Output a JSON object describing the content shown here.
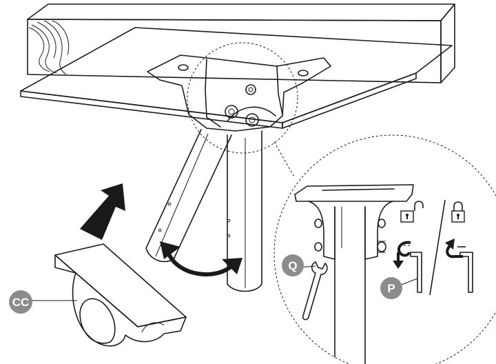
{
  "callouts": {
    "cc": {
      "label": "CC"
    },
    "q": {
      "label": "Q"
    },
    "p": {
      "label": "P"
    }
  },
  "icons": {
    "unlock": "unlocked-padlock-icon",
    "lock": "locked-padlock-icon"
  },
  "colors": {
    "line": "#1a1a1a",
    "badge": "#8c8c8c",
    "arrow": "#1a1a1a",
    "background": "#ffffff"
  }
}
